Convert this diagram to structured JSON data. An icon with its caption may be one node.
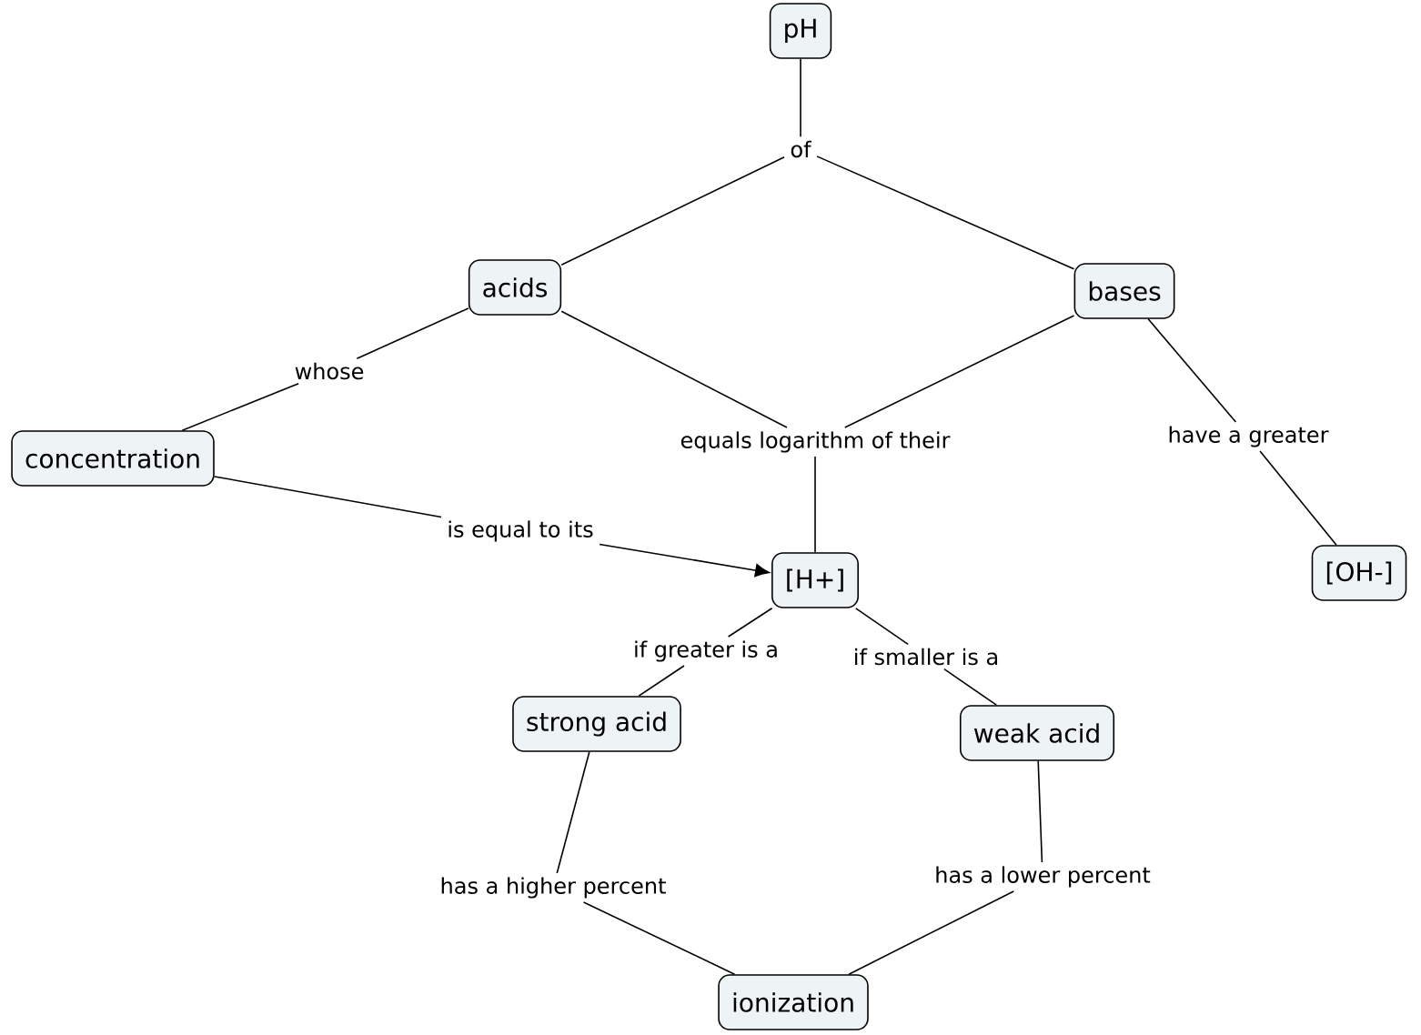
{
  "diagram": {
    "nodes": [
      {
        "text": [
          "pH"
        ]
      },
      {
        "text": [
          "of"
        ]
      },
      {
        "text": [
          "acids"
        ]
      },
      {
        "text": [
          "bases"
        ]
      },
      {
        "text": [
          "whose"
        ]
      },
      {
        "text": [
          "concentration"
        ]
      },
      {
        "text": [
          "equals logarithm of their"
        ]
      },
      {
        "text": [
          "have a greater"
        ]
      },
      {
        "text": [
          "is equal to its"
        ]
      },
      {
        "text": [
          "[H+]"
        ]
      },
      {
        "text": [
          "[OH-]"
        ]
      },
      {
        "text": [
          "if greater is a"
        ]
      },
      {
        "text": [
          "if smaller is a"
        ]
      },
      {
        "text": [
          "strong acid"
        ]
      },
      {
        "text": [
          "weak acid"
        ]
      },
      {
        "text": [
          "has a higher percent"
        ]
      },
      {
        "text": [
          "has a lower percent"
        ]
      },
      {
        "text": [
          "ionization"
        ]
      }
    ],
    "edges": [
      {
        "from": 0,
        "to": 1,
        "arrow": "none"
      },
      {
        "from": 1,
        "to": 2,
        "arrow": "none"
      },
      {
        "from": 1,
        "to": 3,
        "arrow": "none"
      },
      {
        "from": 2,
        "to": 4,
        "arrow": "none"
      },
      {
        "from": 4,
        "to": 5,
        "arrow": "none"
      },
      {
        "from": 2,
        "to": 6,
        "arrow": "none"
      },
      {
        "from": 3,
        "to": 6,
        "arrow": "none"
      },
      {
        "from": 6,
        "to": 9,
        "arrow": "none"
      },
      {
        "from": 5,
        "to": 8,
        "arrow": "none"
      },
      {
        "from": 8,
        "to": 9,
        "arrow": "to"
      },
      {
        "from": 3,
        "to": 7,
        "arrow": "none"
      },
      {
        "from": 7,
        "to": 10,
        "arrow": "none"
      },
      {
        "from": 9,
        "to": 11,
        "arrow": "none"
      },
      {
        "from": 11,
        "to": 13,
        "arrow": "none"
      },
      {
        "from": 9,
        "to": 12,
        "arrow": "none"
      },
      {
        "from": 12,
        "to": 14,
        "arrow": "none"
      },
      {
        "from": 13,
        "to": 15,
        "arrow": "none"
      },
      {
        "from": 15,
        "to": 17,
        "arrow": "none"
      },
      {
        "from": 14,
        "to": 16,
        "arrow": "none"
      },
      {
        "from": 16,
        "to": 17,
        "arrow": "none"
      }
    ]
  }
}
